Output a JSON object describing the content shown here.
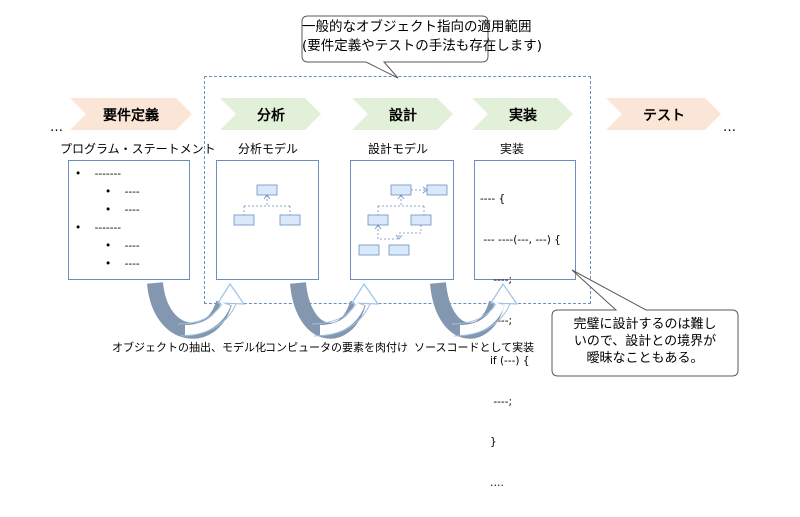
{
  "top_callout": {
    "line1": "一般的なオブジェクト指向の適用範囲",
    "line2": "(要件定義やテストの手法も存在します)"
  },
  "ellipsis_left": "…",
  "ellipsis_right": "…",
  "steps": [
    {
      "label": "要件定義",
      "color": "#fbe5d6",
      "subtitle": "プログラム・ステートメント"
    },
    {
      "label": "分析",
      "color": "#e2f0d9",
      "subtitle": "分析モデル"
    },
    {
      "label": "設計",
      "color": "#e2f0d9",
      "subtitle": "設計モデル"
    },
    {
      "label": "実装",
      "color": "#e2f0d9",
      "subtitle": "実装"
    },
    {
      "label": "テスト",
      "color": "#fbe5d6"
    }
  ],
  "program_statement": {
    "items": [
      {
        "level": 1,
        "text": "-------"
      },
      {
        "level": 2,
        "text": "----"
      },
      {
        "level": 2,
        "text": "----"
      },
      {
        "level": 1,
        "text": "-------"
      },
      {
        "level": 2,
        "text": "----"
      },
      {
        "level": 2,
        "text": "----"
      }
    ]
  },
  "code_lines": [
    "---- {",
    " --- ----(---, ---) {",
    "    ----;",
    "    ----;",
    "   if (---) {",
    "    ----;",
    "   }",
    "   ….",
    ""
  ],
  "transitions": [
    {
      "label": "オブジェクトの抽出、モデル化"
    },
    {
      "label": "コンピュータの要素を肉付け"
    },
    {
      "label": "ソースコードとして実装"
    }
  ],
  "bottom_callout": {
    "line1": "完璧に設計するのは難し",
    "line2": "いので、設計との境界が",
    "line3": "曖昧なこともある。"
  },
  "colors": {
    "box_border": "#6c8ebf",
    "node_fill": "#dae8fc",
    "arrow_gray": "#8497b0",
    "arrow_outline": "#9dc3e6"
  }
}
